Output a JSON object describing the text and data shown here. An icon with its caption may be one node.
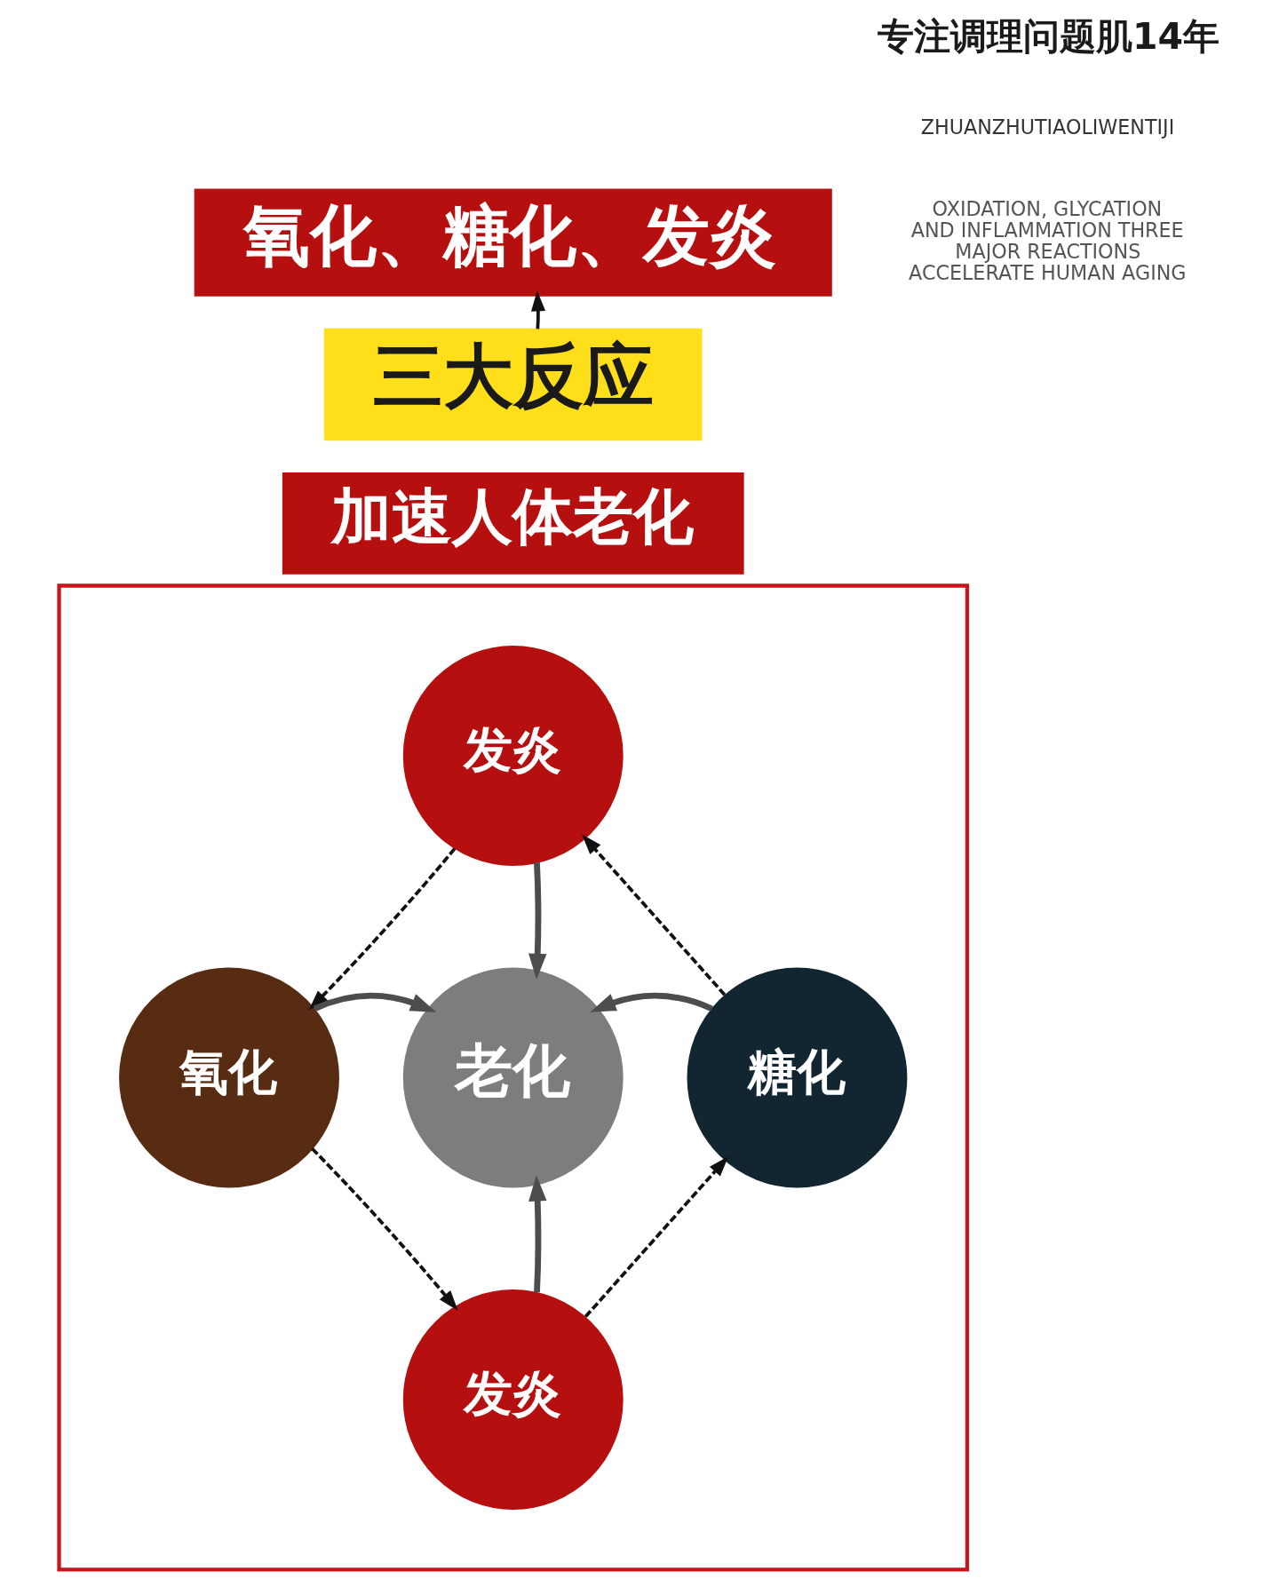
{
  "diagram": {
    "nodes": [
      {
        "text": [
          "氧化、糖化、发炎"
        ]
      },
      {
        "text": [
          "三大反应"
        ]
      },
      {
        "text": [
          "加速人体老化"
        ]
      },
      {
        "text": [],
        "shape": "box"
      },
      {
        "text": [
          "发炎"
        ],
        "in": 3
      },
      {
        "text": [
          "氧化"
        ],
        "in": 3
      },
      {
        "text": [
          "老化"
        ],
        "in": 3
      },
      {
        "text": [
          "糖化"
        ],
        "in": 3
      },
      {
        "text": [
          "发炎"
        ],
        "in": 3
      }
    ],
    "edges": [
      {
        "from": 1,
        "to": 0,
        "arrow": "to"
      },
      {
        "from": 4,
        "to": 5,
        "arrow": "to",
        "style": "dashed"
      },
      {
        "from": 7,
        "to": 4,
        "arrow": "to",
        "style": "dashed"
      },
      {
        "from": 5,
        "to": 8,
        "arrow": "to",
        "style": "dashed"
      },
      {
        "from": 8,
        "to": 7,
        "arrow": "to",
        "style": "dashed"
      },
      {
        "from": 4,
        "to": 6,
        "arrow": "to",
        "style": "thick",
        "color": "#4d4d4d"
      },
      {
        "from": 5,
        "to": 6,
        "arrow": "to",
        "style": "thick",
        "color": "#4d4d4d"
      },
      {
        "from": 7,
        "to": 6,
        "arrow": "to",
        "style": "thick",
        "color": "#4d4d4d"
      },
      {
        "from": 8,
        "to": 6,
        "arrow": "to",
        "style": "thick",
        "color": "#4d4d4d"
      }
    ],
    "labels": [
      "专注调理问题肌14年",
      "ZHUANZHUTIAOLIWENTIJI",
      "OXIDATION, GLYCATION AND INFLAMMATION THREE MAJOR REACTIONS ACCELERATE HUMAN AGING"
    ]
  }
}
